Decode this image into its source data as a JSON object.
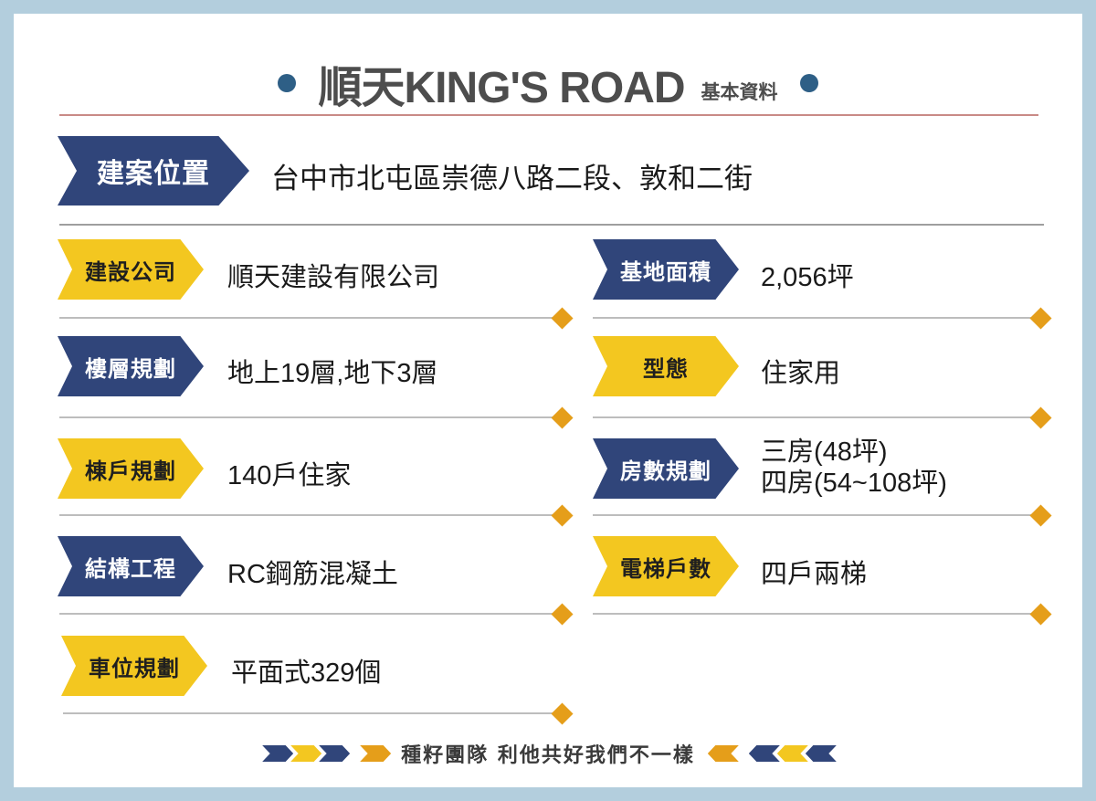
{
  "header": {
    "title": "順天KING'S ROAD",
    "subtitle": "基本資料"
  },
  "location": {
    "label": "建案位置",
    "value": "台中市北屯區崇德八路二段、敦和二街"
  },
  "left_items": [
    {
      "label": "建設公司",
      "value": "順天建設有限公司"
    },
    {
      "label": "樓層規劃",
      "value": "地上19層,地下3層"
    },
    {
      "label": "棟戶規劃",
      "value": "140戶住家"
    },
    {
      "label": "結構工程",
      "value": "RC鋼筋混凝土"
    },
    {
      "label": "車位規劃",
      "value": "平面式329個"
    }
  ],
  "right_items": [
    {
      "label": "基地面積",
      "value": "2,056坪"
    },
    {
      "label": "型態",
      "value": "住家用"
    },
    {
      "label": "房數規劃",
      "value_line1": "三房(48坪)",
      "value_line2": "四房(54~108坪)"
    },
    {
      "label": "電梯戶數",
      "value": "四戶兩梯"
    }
  ],
  "footer": {
    "slogan": "種籽團隊  利他共好我們不一樣"
  },
  "colors": {
    "background": "#b3cedd",
    "navy": "#30457a",
    "yellow": "#f3c720",
    "orange": "#e59e1a",
    "dot": "#2e5f86"
  }
}
